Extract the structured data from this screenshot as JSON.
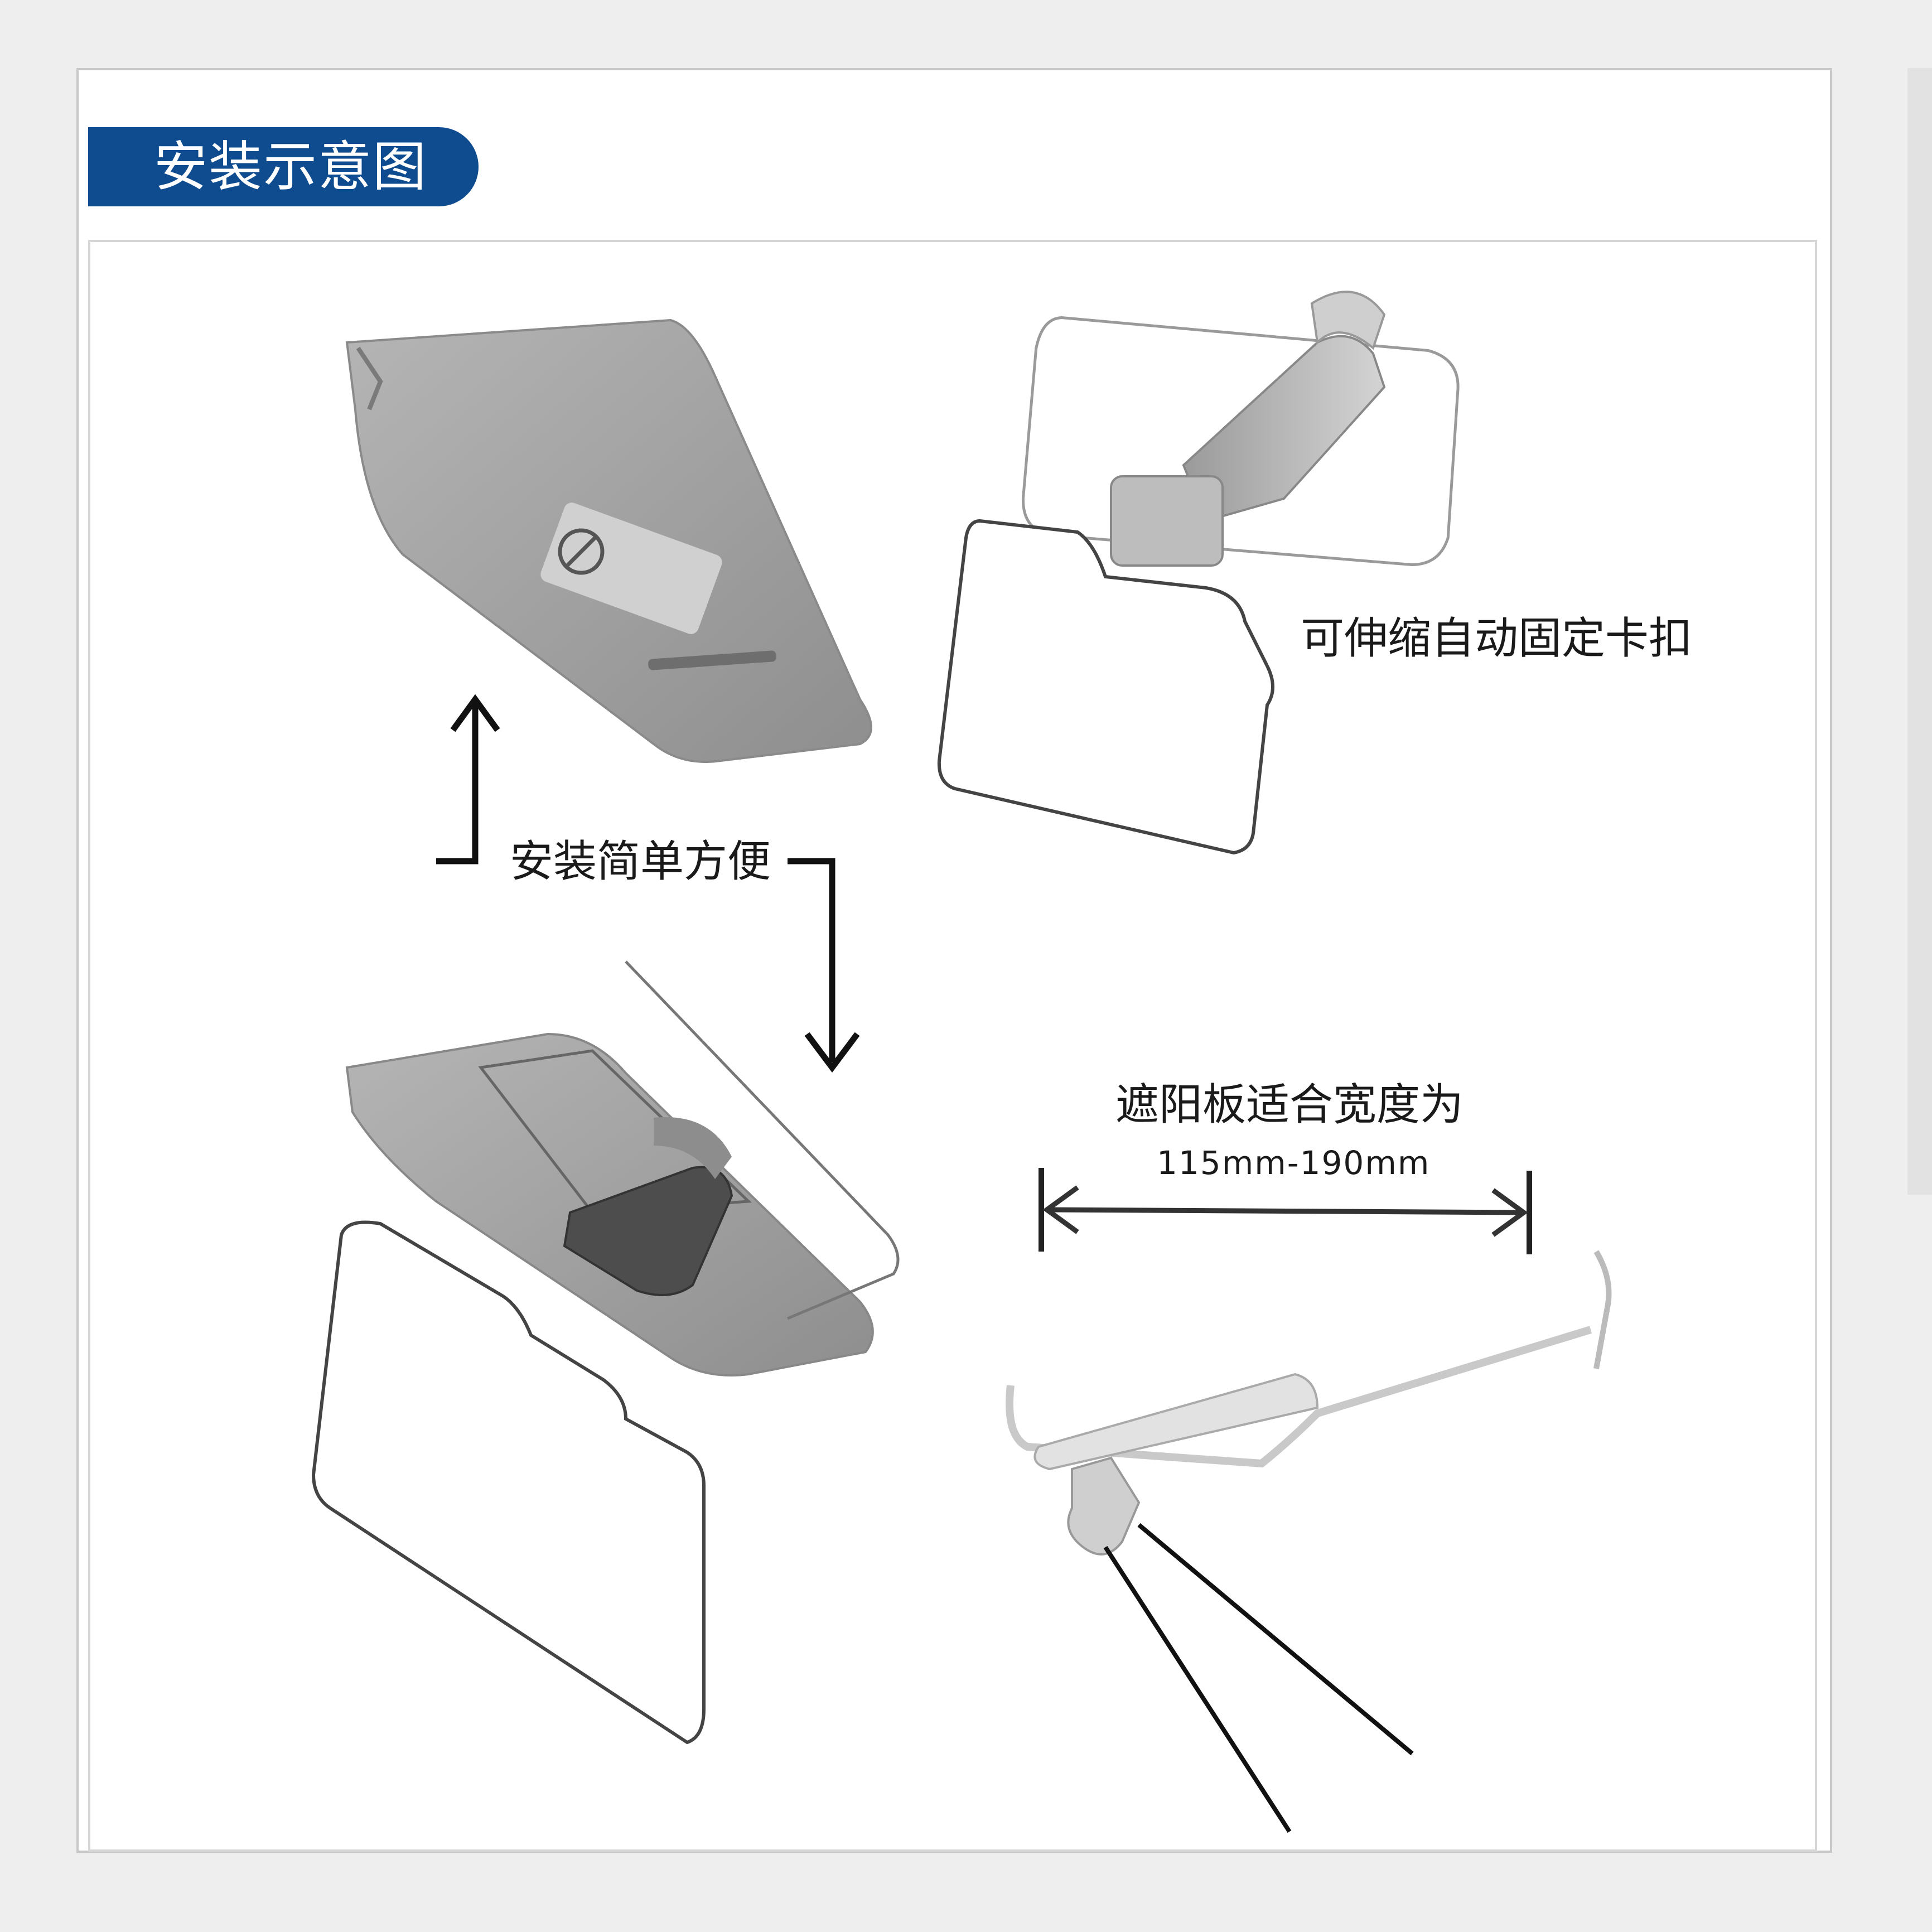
{
  "banner": {
    "title": "安装示意图"
  },
  "labels": {
    "clip": "可伸缩自动固定卡扣",
    "easy_install": "安装简单方便",
    "width_title": "遮阳板适合宽度为",
    "width_range": "115mm-190mm"
  },
  "icons": {
    "arrow_up": "arrow-up-icon",
    "arrow_down": "arrow-down-icon",
    "width_arrow": "double-arrow-icon"
  },
  "colors": {
    "banner": "#0f4c8f",
    "visor": "#a6a6a6",
    "lens_outline": "#444444",
    "arrow": "#111111"
  }
}
